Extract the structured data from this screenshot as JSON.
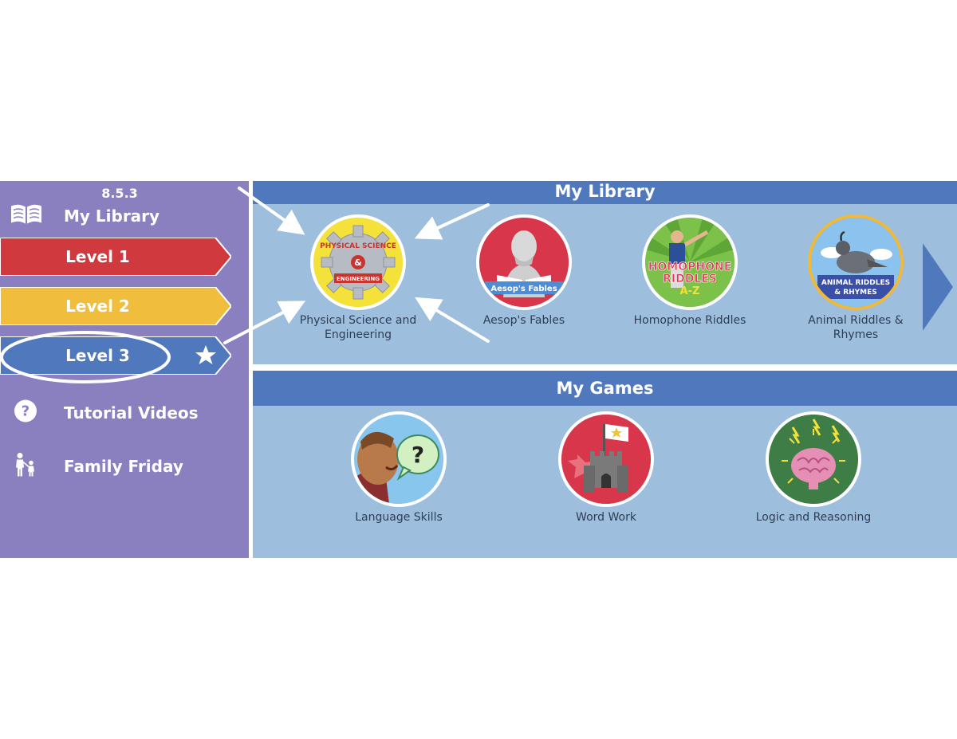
{
  "sidebar": {
    "version": "8.5.3",
    "my_library": "My Library",
    "levels": [
      {
        "label": "Level 1",
        "color": "#d0393e"
      },
      {
        "label": "Level 2",
        "color": "#f0be3c"
      },
      {
        "label": "Level 3",
        "color": "#4f78bd"
      }
    ],
    "tutorial_videos": "Tutorial Videos",
    "family_friday": "Family Friday"
  },
  "library": {
    "title": "My Library",
    "books": [
      {
        "title": "Physical Science and Engineering",
        "cover_text": [
          "PHYSICAL SCIENCE",
          "&",
          "ENGINEERING"
        ]
      },
      {
        "title": "Aesop's Fables",
        "cover_text": [
          "Aesop's Fables"
        ]
      },
      {
        "title": "Homophone Riddles",
        "cover_text": [
          "HOMOPHONE",
          "RIDDLES",
          "A-Z"
        ]
      },
      {
        "title": "Animal Riddles & Rhymes",
        "cover_text": [
          "ANIMAL RIDDLES",
          "& RHYMES"
        ]
      }
    ]
  },
  "games": {
    "title": "My Games",
    "items": [
      {
        "title": "Language Skills"
      },
      {
        "title": "Word Work"
      },
      {
        "title": "Logic and Reasoning"
      }
    ]
  },
  "colors": {
    "sidebar_bg": "#8a80bf",
    "header_bg": "#4f78bd",
    "panel_bg": "#9dbedd"
  }
}
